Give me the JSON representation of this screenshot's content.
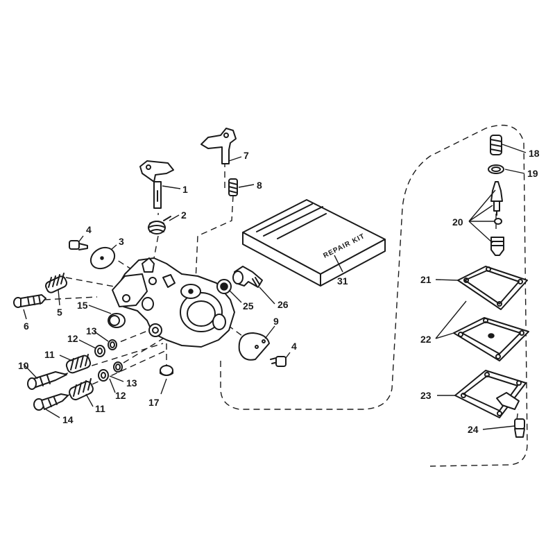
{
  "callouts": {
    "c1": "1",
    "c2": "2",
    "c3": "3",
    "c4a": "4",
    "c4b": "4",
    "c5": "5",
    "c6": "6",
    "c7": "7",
    "c8": "8",
    "c9": "9",
    "c10": "10",
    "c11a": "11",
    "c11b": "11",
    "c12a": "12",
    "c12b": "12",
    "c13a": "13",
    "c13b": "13",
    "c14": "14",
    "c15": "15",
    "c17": "17",
    "c18": "18",
    "c19": "19",
    "c20": "20",
    "c21": "21",
    "c22": "22",
    "c23": "23",
    "c24": "24",
    "c25": "25",
    "c26": "26",
    "c31": "31"
  },
  "repair_kit": {
    "label": "REPAIR KIT"
  }
}
